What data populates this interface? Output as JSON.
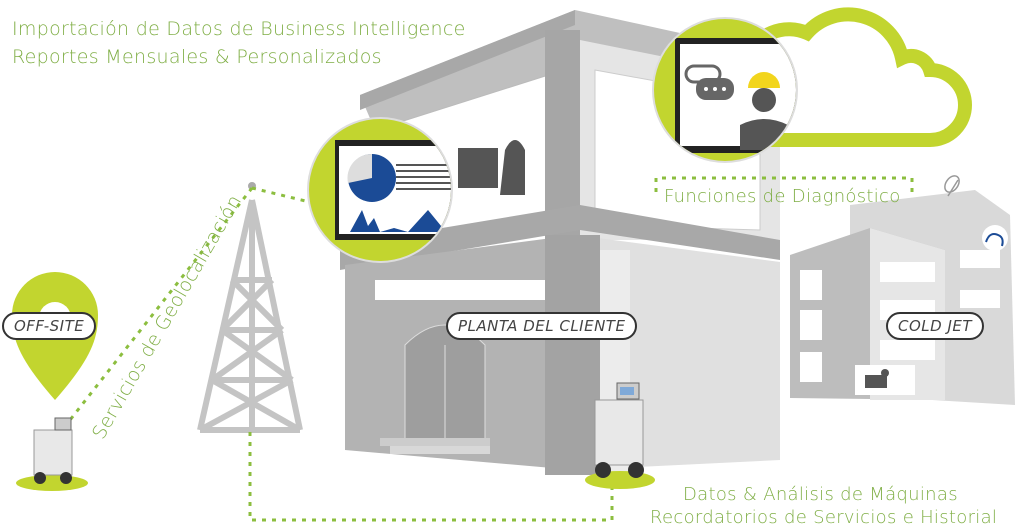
{
  "texts": {
    "bi_line1": "Importación de Datos de Business Intelligence",
    "bi_line2": "Reportes Mensuales & Personalizados",
    "diagnostics": "Funciones de Diagnóstico",
    "geolocation": "Servicios de Geolocalización",
    "data_line1": "Datos & Análisis de Máquinas",
    "data_line2": "Recordatorios de Servicios e Historial"
  },
  "labels": {
    "off_site": "OFF-SITE",
    "client_plant": "PLANTA DEL CLIENTE",
    "cold_jet": "COLD JET"
  },
  "colors": {
    "accent_green": "#c2d52f",
    "text_green": "#7fae45",
    "chart_blue": "#1b4b96",
    "building_gray": "#b3b3b3"
  }
}
